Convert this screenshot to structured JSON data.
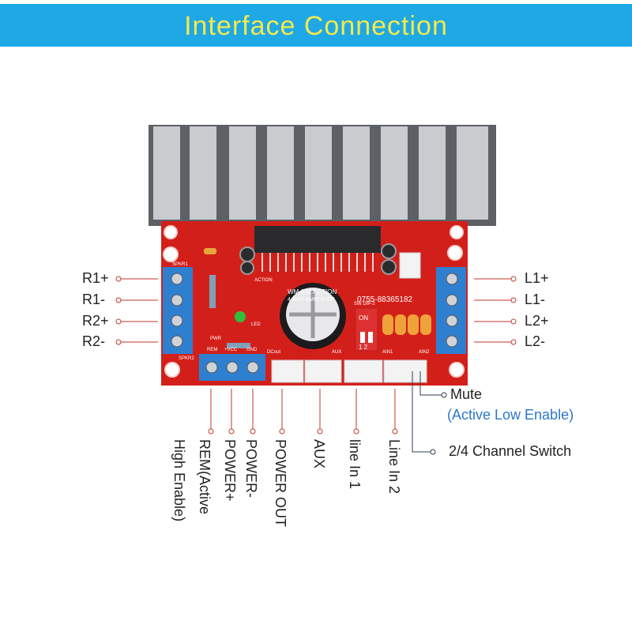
{
  "header": {
    "title": "Interface  Connection"
  },
  "board": {
    "model_text": "WM-032 ACTION",
    "type_text": "4-WAY AMPLIFIER",
    "phone_text": "0755-88365182",
    "switch_label": "SW DIP-2",
    "switch_on": "ON",
    "switch_nums": "1  2",
    "silk_pwr": "PWR",
    "silk_rem": "REM",
    "silk_vcc": "+VCC",
    "silk_gnd": "GND",
    "silk_dcout": "DCout",
    "silk_aux": "AUX",
    "silk_ain1": "AIN1",
    "silk_ain2": "AIN2",
    "silk_led": "LED",
    "silk_action": "ACTION",
    "silk_spkr1": "SPKR1",
    "silk_spkr2": "SPKR2",
    "colors": {
      "pcb": "#d31f1a",
      "terminal": "#2f7fd0",
      "heatsink": "#6f7277",
      "capacitor": "#f0a23a"
    }
  },
  "left_labels": [
    "R1+",
    "R1-",
    "R2+",
    "R2-"
  ],
  "right_labels": [
    "L1+",
    "L1-",
    "L2+",
    "L2-"
  ],
  "bottom_labels": [
    "POWER+",
    "POWER-",
    "POWER OUT",
    "AUX",
    "line In 1",
    "Line In 2"
  ],
  "rem_label": {
    "line1": "REM(Active",
    "line2": "High Enable)"
  },
  "mute_label": {
    "title": "Mute",
    "note": "(Active Low Enable)"
  },
  "switch_callout": "2/4 Channel Switch"
}
